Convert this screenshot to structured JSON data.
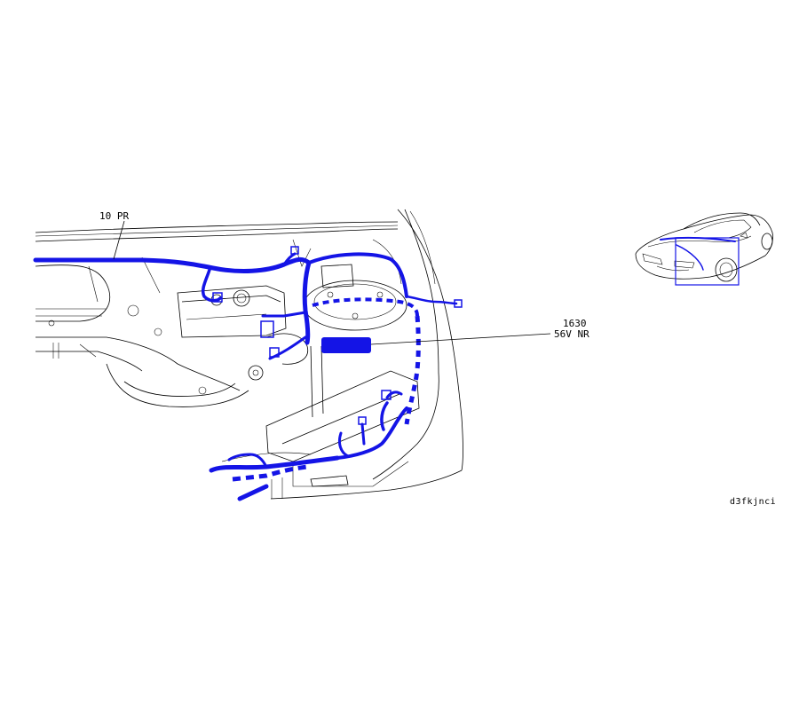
{
  "diagram": {
    "labels": {
      "harness_top": "10  PR",
      "connector_code": "1630",
      "connector_desc": "56V  NR",
      "reference": "d3fkjnci"
    },
    "colors": {
      "harness": "#1414e6",
      "line_art": "#000000",
      "highlight_box": "#1414e6"
    }
  }
}
